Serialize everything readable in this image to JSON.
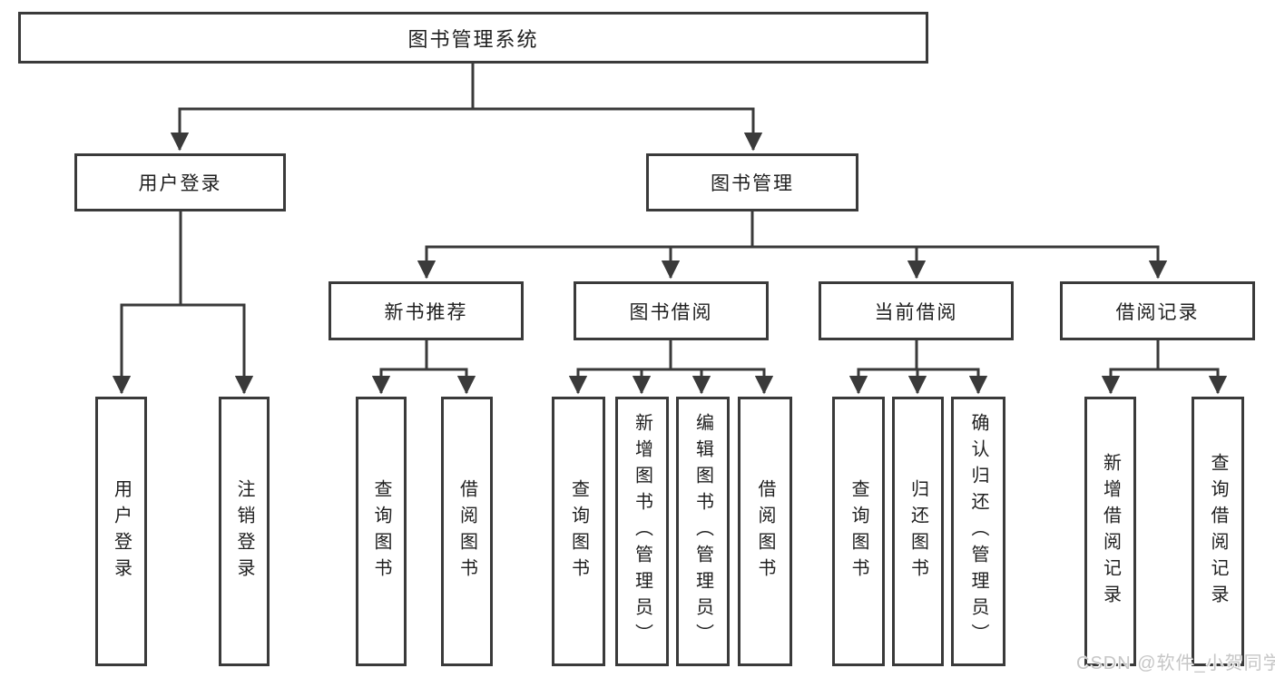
{
  "diagram": {
    "title": "图书管理系统",
    "nodes": {
      "root": {
        "label": "图书管理系统"
      },
      "level2": [
        {
          "label": "用户登录"
        },
        {
          "label": "图书管理"
        }
      ],
      "level3": [
        {
          "label": "新书推荐",
          "parent": "图书管理"
        },
        {
          "label": "图书借阅",
          "parent": "图书管理"
        },
        {
          "label": "当前借阅",
          "parent": "图书管理"
        },
        {
          "label": "借阅记录",
          "parent": "图书管理"
        }
      ],
      "leaves": [
        {
          "label": "用户登录",
          "parent": "用户登录"
        },
        {
          "label": "注销登录",
          "parent": "用户登录"
        },
        {
          "label": "查询图书",
          "parent": "新书推荐"
        },
        {
          "label": "借阅图书",
          "parent": "新书推荐"
        },
        {
          "label": "查询图书",
          "parent": "图书借阅"
        },
        {
          "label": "新增图书（管理员）",
          "parent": "图书借阅"
        },
        {
          "label": "编辑图书（管理员）",
          "parent": "图书借阅"
        },
        {
          "label": "借阅图书",
          "parent": "图书借阅"
        },
        {
          "label": "查询图书",
          "parent": "当前借阅"
        },
        {
          "label": "归还图书",
          "parent": "当前借阅"
        },
        {
          "label": "确认归还（管理员）",
          "parent": "当前借阅"
        },
        {
          "label": "新增借阅记录",
          "parent": "借阅记录"
        },
        {
          "label": "查询借阅记录",
          "parent": "借阅记录"
        }
      ]
    },
    "colors": {
      "line": "#3a3a3a",
      "box_background": "#ffffff",
      "text": "#1f1f1f",
      "watermark": "#c6c6c6"
    }
  },
  "watermark": {
    "text": "CSDN @软件_小贺同学"
  }
}
